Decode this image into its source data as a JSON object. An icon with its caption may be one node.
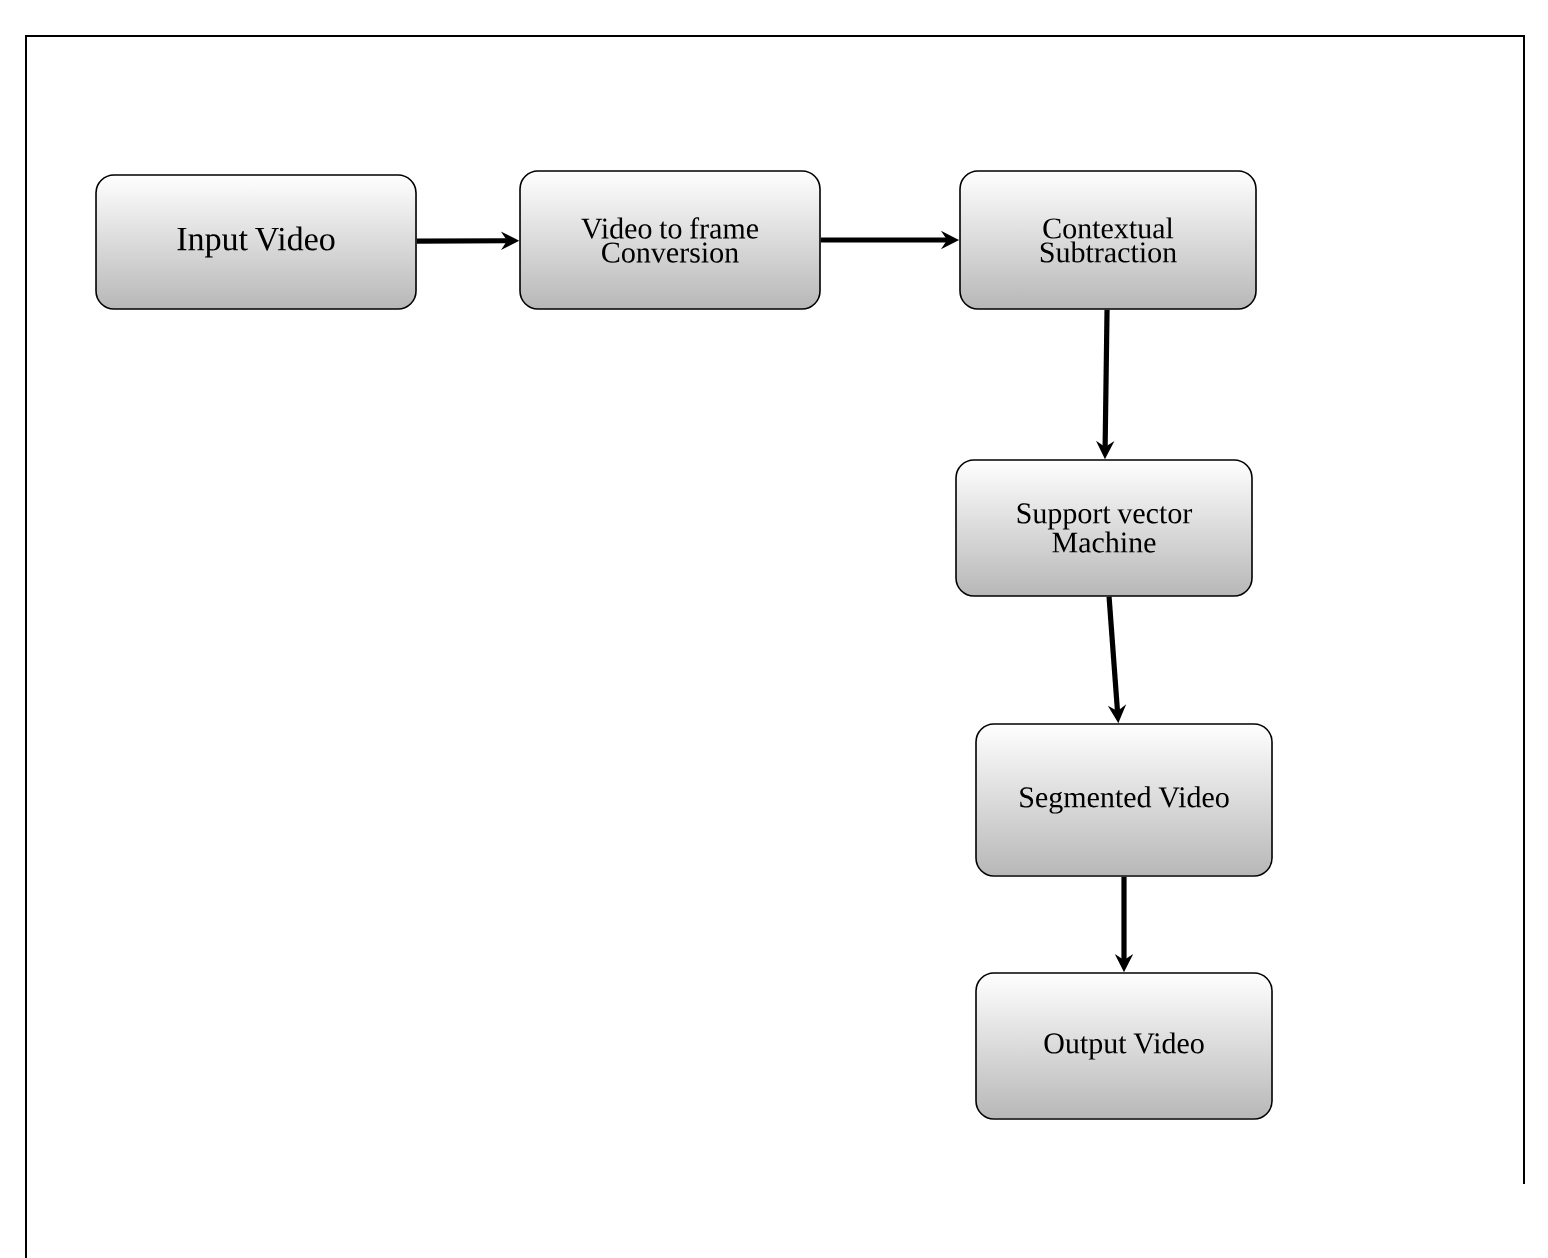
{
  "diagram": {
    "nodes": [
      {
        "text": [
          "Input Video"
        ]
      },
      {
        "text": [
          "Video to frame Conversion"
        ]
      },
      {
        "text": [
          "Contextual Subtraction"
        ]
      },
      {
        "text": [
          "Support vector Machine"
        ]
      },
      {
        "text": [
          "Segmented Video"
        ]
      },
      {
        "text": [
          "Output Video"
        ]
      }
    ],
    "edges": [
      {
        "from": 0,
        "to": 1,
        "arrow": "to"
      },
      {
        "from": 1,
        "to": 2,
        "arrow": "to"
      },
      {
        "from": 2,
        "to": 3,
        "arrow": "to"
      },
      {
        "from": 3,
        "to": 4,
        "arrow": "to"
      },
      {
        "from": 4,
        "to": 5,
        "arrow": "to"
      }
    ]
  }
}
